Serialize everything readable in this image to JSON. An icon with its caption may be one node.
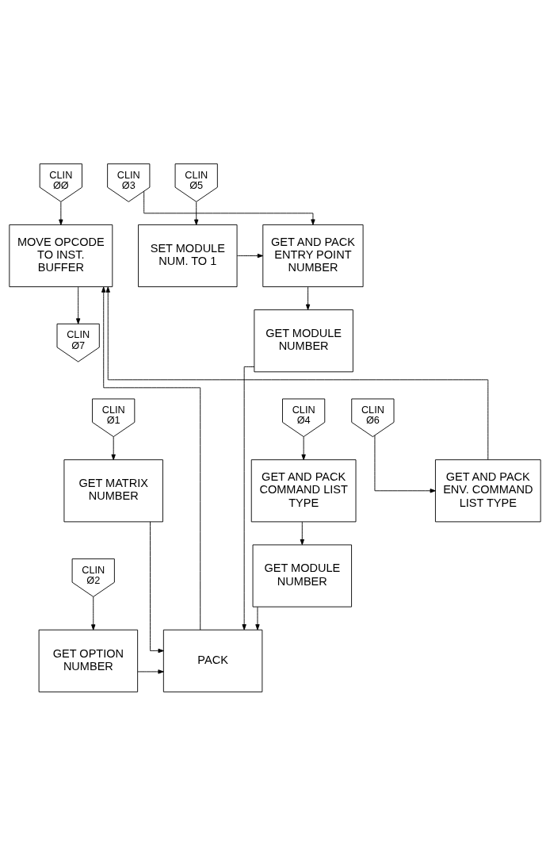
{
  "diagram": {
    "nodes": [
      {
        "text": [
          "CLIN ØØ"
        ]
      },
      {
        "text": [
          "CLIN Ø3"
        ]
      },
      {
        "text": [
          "CLIN Ø5"
        ]
      },
      {
        "text": [
          "MOVE OPCODE TO INST. BUFFER"
        ]
      },
      {
        "text": [
          "GET AND PACK ENTRY POINT NUMBER"
        ]
      },
      {
        "text": [
          "SET MODULE NUM. TO 1"
        ]
      },
      {
        "text": [
          "CLIN Ø7"
        ]
      },
      {
        "text": [
          "GET MODULE NUMBER"
        ]
      },
      {
        "text": [
          "CLIN Ø1"
        ]
      },
      {
        "text": [
          "CLIN Ø4"
        ]
      },
      {
        "text": [
          "CLIN Ø6"
        ]
      },
      {
        "text": [
          "GET MATRIX NUMBER"
        ]
      },
      {
        "text": [
          "GET AND PACK COMMAND LIST TYPE"
        ]
      },
      {
        "text": [
          "GET AND PACK ENV. COMMAND LIST TYPE"
        ]
      },
      {
        "text": [
          "GET MODULE NUMBER"
        ]
      },
      {
        "text": [
          "CLIN Ø2"
        ]
      },
      {
        "text": [
          "PACK"
        ]
      },
      {
        "text": [
          "GET OPTION NUMBER"
        ]
      }
    ],
    "edges": [
      {
        "from": 0,
        "to": 3,
        "arrow": "to"
      },
      {
        "from": 3,
        "to": 6,
        "arrow": "to"
      },
      {
        "from": 1,
        "to": 4,
        "arrow": "to"
      },
      {
        "from": 5,
        "to": 4,
        "arrow": "to"
      },
      {
        "from": 2,
        "to": 5,
        "arrow": "to"
      },
      {
        "from": 4,
        "to": 7,
        "arrow": "to"
      },
      {
        "from": 7,
        "to": 16,
        "arrow": "to"
      },
      {
        "from": 8,
        "to": 11,
        "arrow": "to"
      },
      {
        "from": 9,
        "to": 12,
        "arrow": "to"
      },
      {
        "from": 10,
        "to": 13,
        "arrow": "to"
      },
      {
        "from": 11,
        "to": 16,
        "arrow": "to"
      },
      {
        "from": 12,
        "to": 14,
        "arrow": "to"
      },
      {
        "from": 14,
        "to": 16,
        "arrow": "to"
      },
      {
        "from": 15,
        "to": 17,
        "arrow": "to"
      },
      {
        "from": 17,
        "to": 16,
        "arrow": "to"
      },
      {
        "from": 16,
        "to": 3,
        "arrow": "to"
      },
      {
        "from": 13,
        "to": 3,
        "arrow": "to"
      }
    ]
  }
}
